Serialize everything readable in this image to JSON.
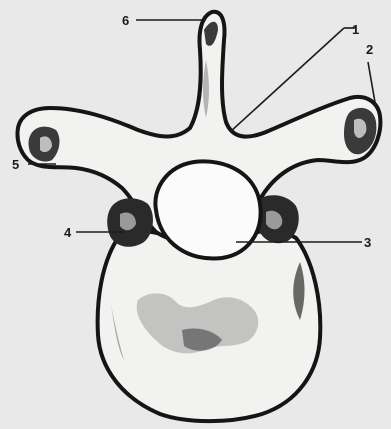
{
  "diagram": {
    "colors": {
      "background": "#e9e9e9",
      "bone_fill": "#f2f2f0",
      "outline": "#151515",
      "shadow": "#3a3a3a",
      "foramen": "#fbfbfb"
    },
    "labels": [
      {
        "id": "1",
        "text": "1"
      },
      {
        "id": "2",
        "text": "2"
      },
      {
        "id": "3",
        "text": "3"
      },
      {
        "id": "4",
        "text": "4"
      },
      {
        "id": "5",
        "text": "5"
      },
      {
        "id": "6",
        "text": "6"
      }
    ]
  }
}
